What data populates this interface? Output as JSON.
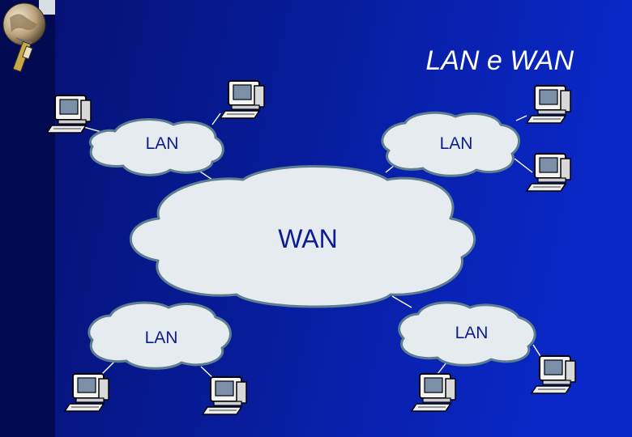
{
  "slide": {
    "title": "LAN e WAN"
  },
  "diagram": {
    "wan_label": "WAN",
    "lan_labels": [
      "LAN",
      "LAN",
      "LAN",
      "LAN"
    ]
  },
  "colors": {
    "background_left": "#05106e",
    "background_right": "#0a28c8",
    "left_bar": "#020a52",
    "cloud_fill": "#e6ebef",
    "cloud_stroke": "#5d7d90",
    "label_text": "#0b1d8c",
    "title_text": "#ffffff"
  },
  "icons": {
    "corner_logo": "globe-satellite-icon",
    "node": "computer-terminal-icon"
  }
}
